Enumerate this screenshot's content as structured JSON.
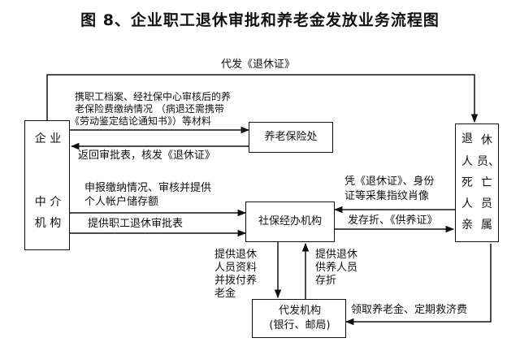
{
  "title": "图 8、企业职工退休审批和养老金发放业务流程图",
  "left_box": {
    "line1": "企 业",
    "line2": "中 介",
    "line3": "机 构"
  },
  "right_box": {
    "col1": [
      "退",
      "人",
      "死",
      "人",
      "亲"
    ],
    "col2": [
      "休",
      "员、",
      "亡",
      "员",
      "属"
    ]
  },
  "center_boxes": {
    "pension_office": "养老保险处",
    "social_agency": "社保经办机构",
    "payout_agency_line1": "代发机构",
    "payout_agency_line2": "(银行、邮局)"
  },
  "labels": {
    "top_arrow": "代发《退休证》",
    "carry_docs_1": "携职工档案、经社保中心审核后的养",
    "carry_docs_2": "老保险费缴纳情况 （病退还需携带",
    "carry_docs_3": "《劳动鉴定结论通知书》）等材料",
    "return_approval": "返回审批表，核发《退休证》",
    "declare_1": "申报缴纳情况、审核并提供",
    "declare_2": "个人帐户储存额",
    "provide_form": "提供职工退休审批表",
    "certificate_1": "凭《退休证》、身份",
    "certificate_2": "证等采集指纹肖像",
    "issue_passbook": "发存折、《供养证》",
    "provide_data_1": "提供退休",
    "provide_data_2": "人员资料",
    "provide_data_3": "并拨付养",
    "provide_data_4": "老金",
    "provide_passbook_1": "提供退休",
    "provide_passbook_2": "供养人员",
    "provide_passbook_3": "存折",
    "collect_pension": "领取养老金、定期救济费"
  }
}
